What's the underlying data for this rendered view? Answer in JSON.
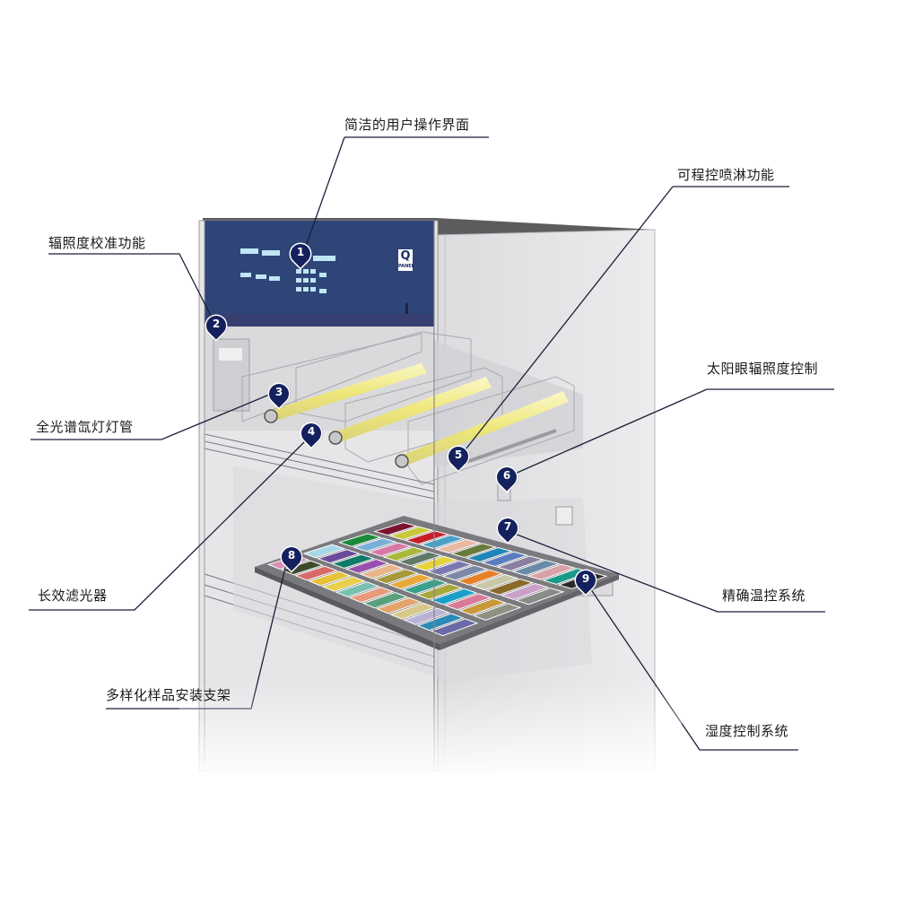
{
  "diagram": {
    "title": "",
    "subject": "Q-SUN xenon test chamber cutaway",
    "brand_logo": {
      "letter": "Q",
      "sub": "PANEL"
    },
    "colors": {
      "marker": "#14215e",
      "control_panel": "#2f4578",
      "cabinet": "#e4e4e6",
      "cabinet_roof": "#5a5a5c",
      "lamp_glow": "#f3ef9a",
      "leader_line": "#1b1f3a"
    },
    "callouts": [
      {
        "number": "1",
        "label": "简洁的用户操作界面"
      },
      {
        "number": "2",
        "label": "辐照度校准功能"
      },
      {
        "number": "3",
        "label": "全光谱氙灯灯管"
      },
      {
        "number": "4",
        "label": "长效滤光器"
      },
      {
        "number": "5",
        "label": "可程控喷淋功能"
      },
      {
        "number": "6",
        "label": "太阳眼辐照度控制"
      },
      {
        "number": "7",
        "label": "精确温控系统"
      },
      {
        "number": "8",
        "label": "多样化样品安装支架"
      },
      {
        "number": "9",
        "label": "湿度控制系统"
      }
    ],
    "sample_tray_swatches": [
      "#d98fb0",
      "#0e7a6a",
      "#5f7a66",
      "#1f87b8",
      "#e3a36a",
      "#d97a9a",
      "#8a8a88",
      "#3e4a2a",
      "#9a4fae",
      "#e6d23a",
      "#5a7cc0",
      "#d8c98a",
      "#c99a3a",
      "#7a1230",
      "#d96a6a",
      "#e9b48a",
      "#7a78b0",
      "#8a7ea0",
      "#b9b2d4",
      "#8f9080",
      "#c8c83a",
      "#e6c23a",
      "#a8983a",
      "#7c88a8",
      "#6a8aa8",
      "#2a8ab8",
      "#1a8a3a",
      "#c81e2a",
      "#e8d04a",
      "#e8a83a",
      "#e8802a",
      "#d8a0a8",
      "#6a6aa8",
      "#7ab0d8",
      "#4aa0c8",
      "#7ac0b0",
      "#3aa08a",
      "#c8c8a8",
      "#1a9a8a",
      "#a8d8e8",
      "#d878a8",
      "#e8b8a0",
      "#e89a7a",
      "#a8a83a",
      "#8a6a2a",
      "#2a2a2a",
      "#6a4a9a",
      "#a8b83a",
      "#6a7a3a",
      "#5aa07a",
      "#1aa0c8",
      "#c8a0c8"
    ]
  }
}
